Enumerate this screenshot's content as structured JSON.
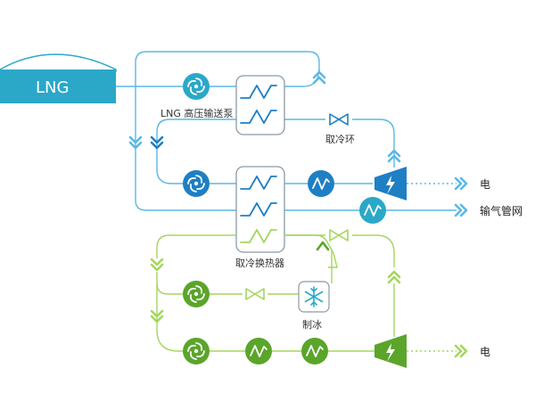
{
  "tank": {
    "label": "LNG"
  },
  "labels": {
    "lng_pump": "LNG 高压输送泵",
    "cold_valve": "取冷环",
    "heat_exchanger": "取冷换热器",
    "ice": "制冰",
    "power_top": "电",
    "gas_grid": "输气管网",
    "power_bottom": "电"
  },
  "colors": {
    "blue_line": "#5ab8e6",
    "blue_dark": "#1e7fc4",
    "tank": "#2ba8c8",
    "green_line": "#a4d65e",
    "green_dark": "#5aa52a",
    "gray": "#8a9aa6"
  },
  "icons": {
    "pump": "fan-pump-icon",
    "heater": "zigzag-heat-icon",
    "turbine": "turbine-lightning-icon",
    "valve": "butterfly-valve-icon",
    "ice": "snowflake-icon",
    "arrow": "double-chevron-arrow-icon"
  }
}
